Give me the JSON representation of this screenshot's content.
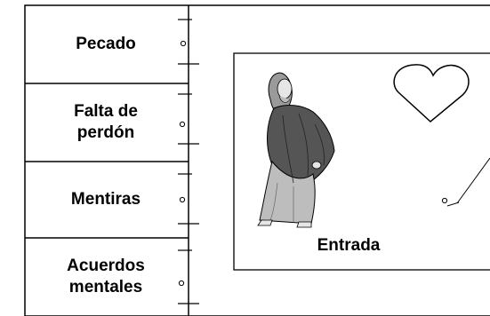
{
  "list": {
    "items": [
      {
        "label_lines": [
          "Pecado"
        ]
      },
      {
        "label_lines": [
          "Falta de",
          "perdón"
        ]
      },
      {
        "label_lines": [
          "Mentiras"
        ]
      },
      {
        "label_lines": [
          "Acuerdos",
          "mentales"
        ]
      }
    ]
  },
  "picture": {
    "caption": "Entrada",
    "figure": "robed-figure-walking",
    "shape": "heart-outline"
  },
  "colors": {
    "line": "#000000",
    "robe_dark": "#555555",
    "robe_light": "#bdbdbd",
    "skin": "#e6e6e6"
  }
}
